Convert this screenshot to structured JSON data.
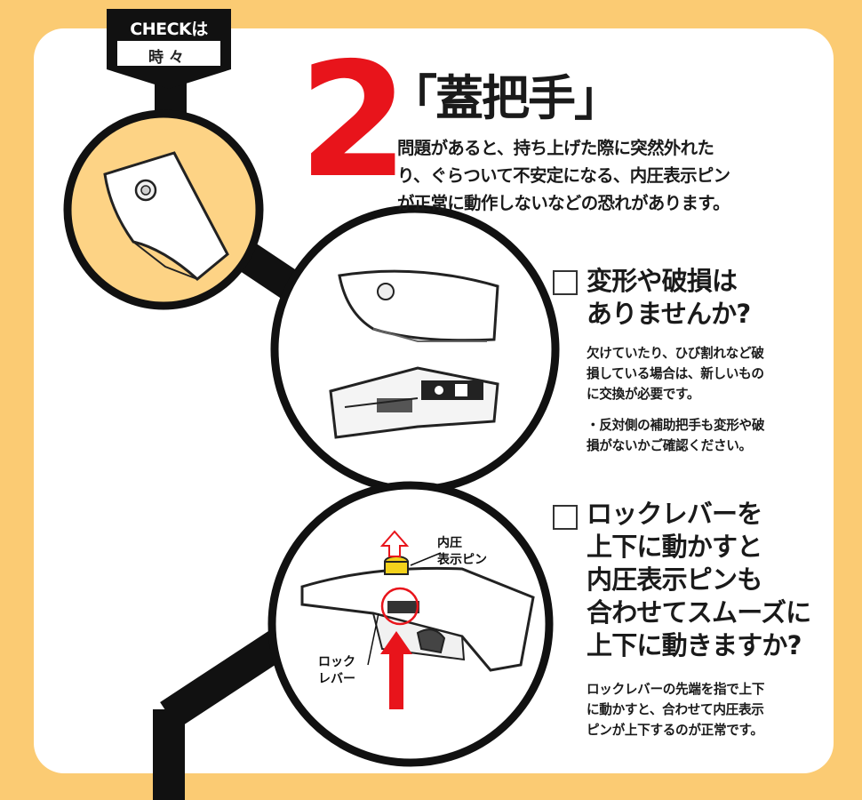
{
  "badge": {
    "line1": "CHECKは",
    "line2": "時々"
  },
  "step": {
    "number": "2",
    "title": "「蓋把手」"
  },
  "intro": "問題があると、持ち上げた際に突然外れた\nり、ぐらついて不安定になる、内圧表示ピン\nが正常に動作しないなどの恐れがあります。",
  "checks": [
    {
      "title": "変形や破損は\nありませんか?",
      "notes": [
        "欠けていたり、ひび割れなど破\n損している場合は、新しいもの\nに交換が必要です。",
        "・反対側の補助把手も変形や破\n損がないかご確認ください。"
      ]
    },
    {
      "title": "ロックレバーを\n上下に動かすと\n内圧表示ピンも\n合わせてスムーズに\n上下に動きますか?",
      "notes": [
        "ロックレバーの先端を指で上下\nに動かすと、合わせて内圧表示\nピンが上下するのが正常です。"
      ]
    }
  ],
  "callouts": {
    "pin": "内圧\n表示ピン",
    "lever": "ロック\nレバー"
  },
  "colors": {
    "background": "#fbcb73",
    "accent_red": "#e8141b",
    "ink": "#1a1a1a",
    "pin_yellow": "#f3d21c"
  }
}
